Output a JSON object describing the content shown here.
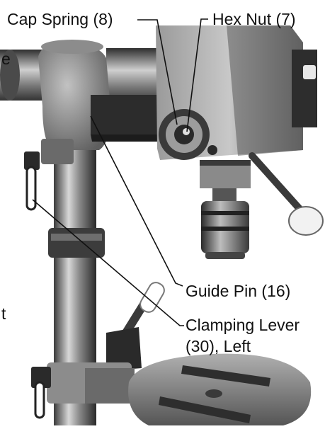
{
  "callouts": {
    "cap_spring": "Cap Spring (8)",
    "hex_nut": "Hex Nut (7)",
    "guide_pin": "Guide Pin (16)",
    "clamping_lever_line1": "Clamping Lever",
    "clamping_lever_line2": "(30), Left"
  },
  "edge_fragments": {
    "left_top": "e",
    "left_bottom": "t"
  },
  "colors": {
    "background": "#ffffff",
    "text": "#111111",
    "leader": "#111111"
  }
}
